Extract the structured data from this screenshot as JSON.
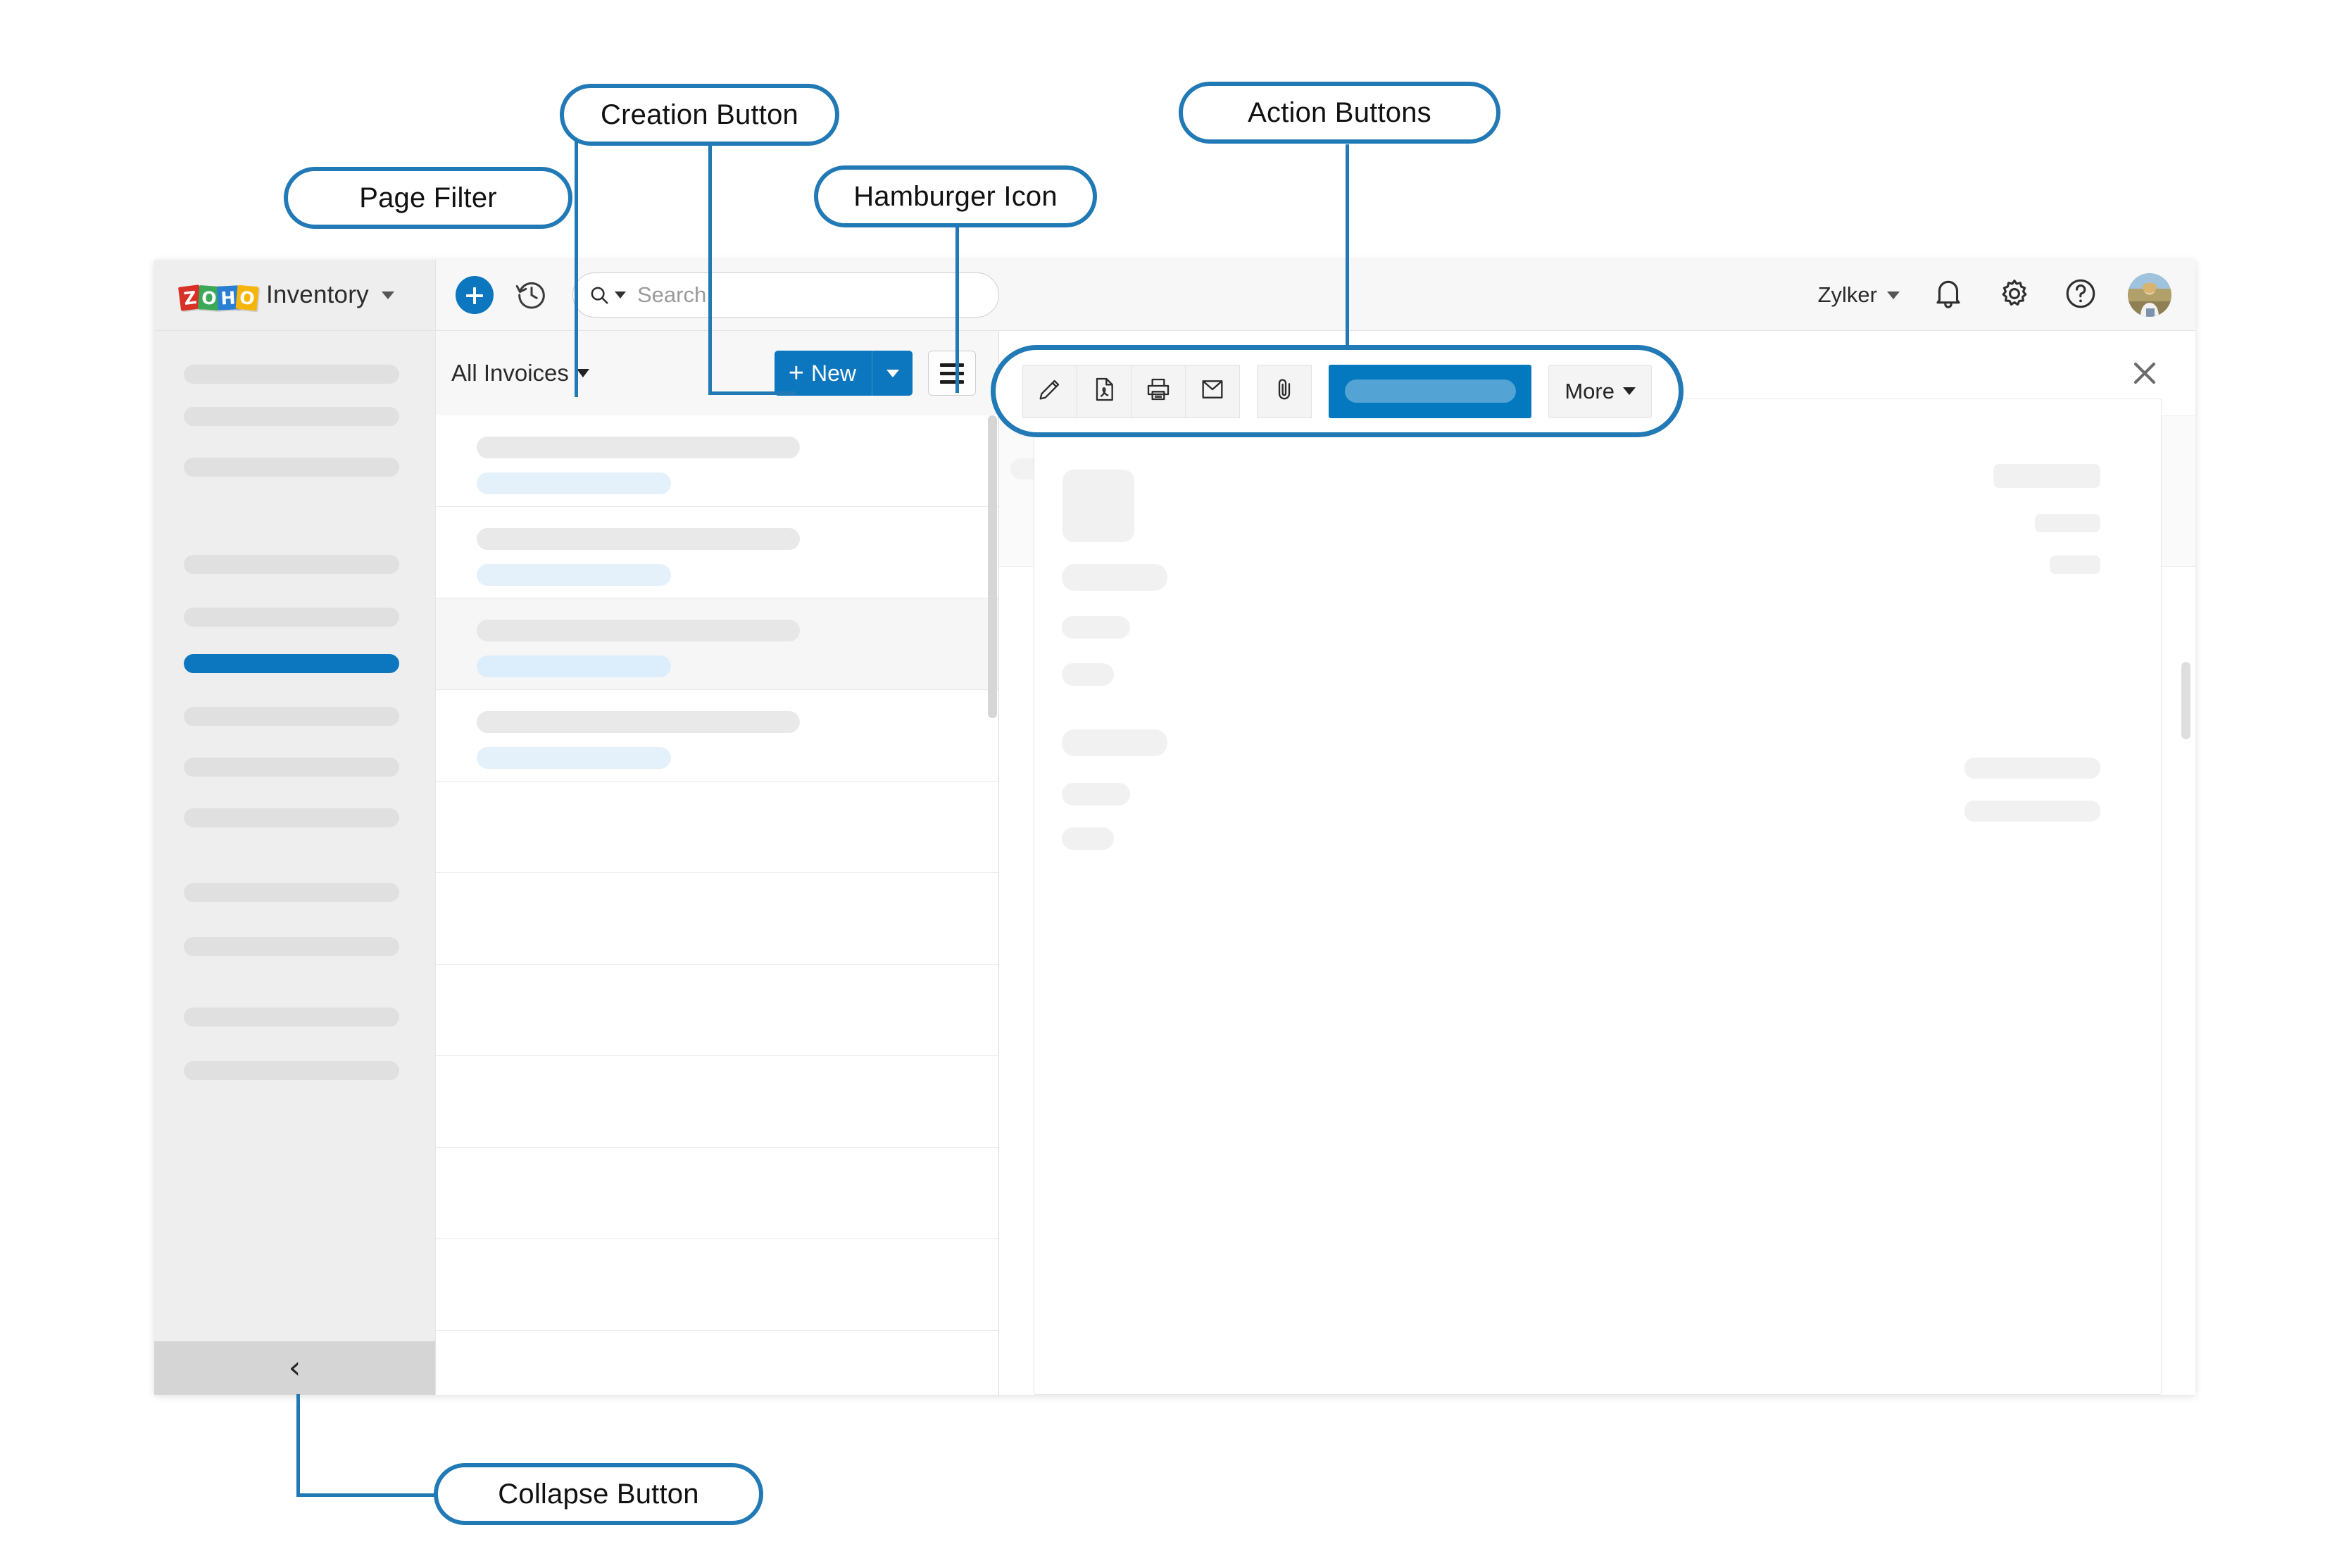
{
  "annotations": [
    {
      "id": "page-filter",
      "label": "Page Filter"
    },
    {
      "id": "creation-button",
      "label": "Creation Button"
    },
    {
      "id": "hamburger-icon",
      "label": "Hamburger Icon"
    },
    {
      "id": "action-buttons",
      "label": "Action Buttons"
    },
    {
      "id": "collapse-button",
      "label": "Collapse Button"
    }
  ],
  "app": {
    "brand": {
      "logo_letters": [
        "Z",
        "O",
        "H",
        "O"
      ],
      "name": "Inventory",
      "chevron": "⌄"
    },
    "topbar": {
      "create_icon": "plus-circle-icon",
      "history_icon": "clock-history-icon",
      "search": {
        "icon": "search-icon",
        "placeholder": "Search",
        "value": ""
      },
      "org_name": "Zylker",
      "org_chevron": "⌄",
      "notifications_icon": "bell-icon",
      "settings_icon": "gear-icon",
      "help_icon": "help-circle-icon",
      "avatar": "user-avatar"
    },
    "list": {
      "filter_label": "All Invoices",
      "new_button": {
        "plus": "+",
        "label": "New"
      },
      "hamburger_icon": "hamburger-icon",
      "rows": [
        {
          "selected": false,
          "placeholder": true
        },
        {
          "selected": false,
          "placeholder": true
        },
        {
          "selected": true,
          "placeholder": true
        },
        {
          "selected": false,
          "placeholder": true
        },
        {
          "selected": false,
          "placeholder": false
        },
        {
          "selected": false,
          "placeholder": false
        },
        {
          "selected": false,
          "placeholder": false
        },
        {
          "selected": false,
          "placeholder": false
        },
        {
          "selected": false,
          "placeholder": false
        },
        {
          "selected": false,
          "placeholder": false
        },
        {
          "selected": false,
          "placeholder": false
        }
      ]
    },
    "detail": {
      "close_icon": "close-icon",
      "actions": [
        {
          "name": "edit",
          "icon": "pencil-icon"
        },
        {
          "name": "pdf",
          "icon": "pdf-file-icon"
        },
        {
          "name": "print",
          "icon": "printer-icon"
        },
        {
          "name": "email",
          "icon": "envelope-icon"
        },
        {
          "name": "attach",
          "icon": "paperclip-icon"
        }
      ],
      "primary_button_label": "",
      "more_label": "More",
      "more_caret": "▾"
    },
    "sidebar": {
      "collapse_icon": "chevron-left-icon",
      "items": [
        {
          "active": false
        },
        {
          "active": false
        },
        {
          "active": false
        },
        {
          "active": false
        },
        {
          "active": false
        },
        {
          "active": true
        },
        {
          "active": false
        },
        {
          "active": false
        },
        {
          "active": false
        },
        {
          "active": false
        },
        {
          "active": false
        },
        {
          "active": false
        },
        {
          "active": false
        }
      ]
    }
  },
  "colors": {
    "accent_blue": "#0c77bf",
    "callout_blue": "#2179b5",
    "primary_button": "#0479bf",
    "sidebar_bg": "#eeeeee",
    "skeleton_gray": "#e0e0e0",
    "skeleton_blue": "#e4f1fb",
    "collapse_bar": "#d5d5d5"
  }
}
